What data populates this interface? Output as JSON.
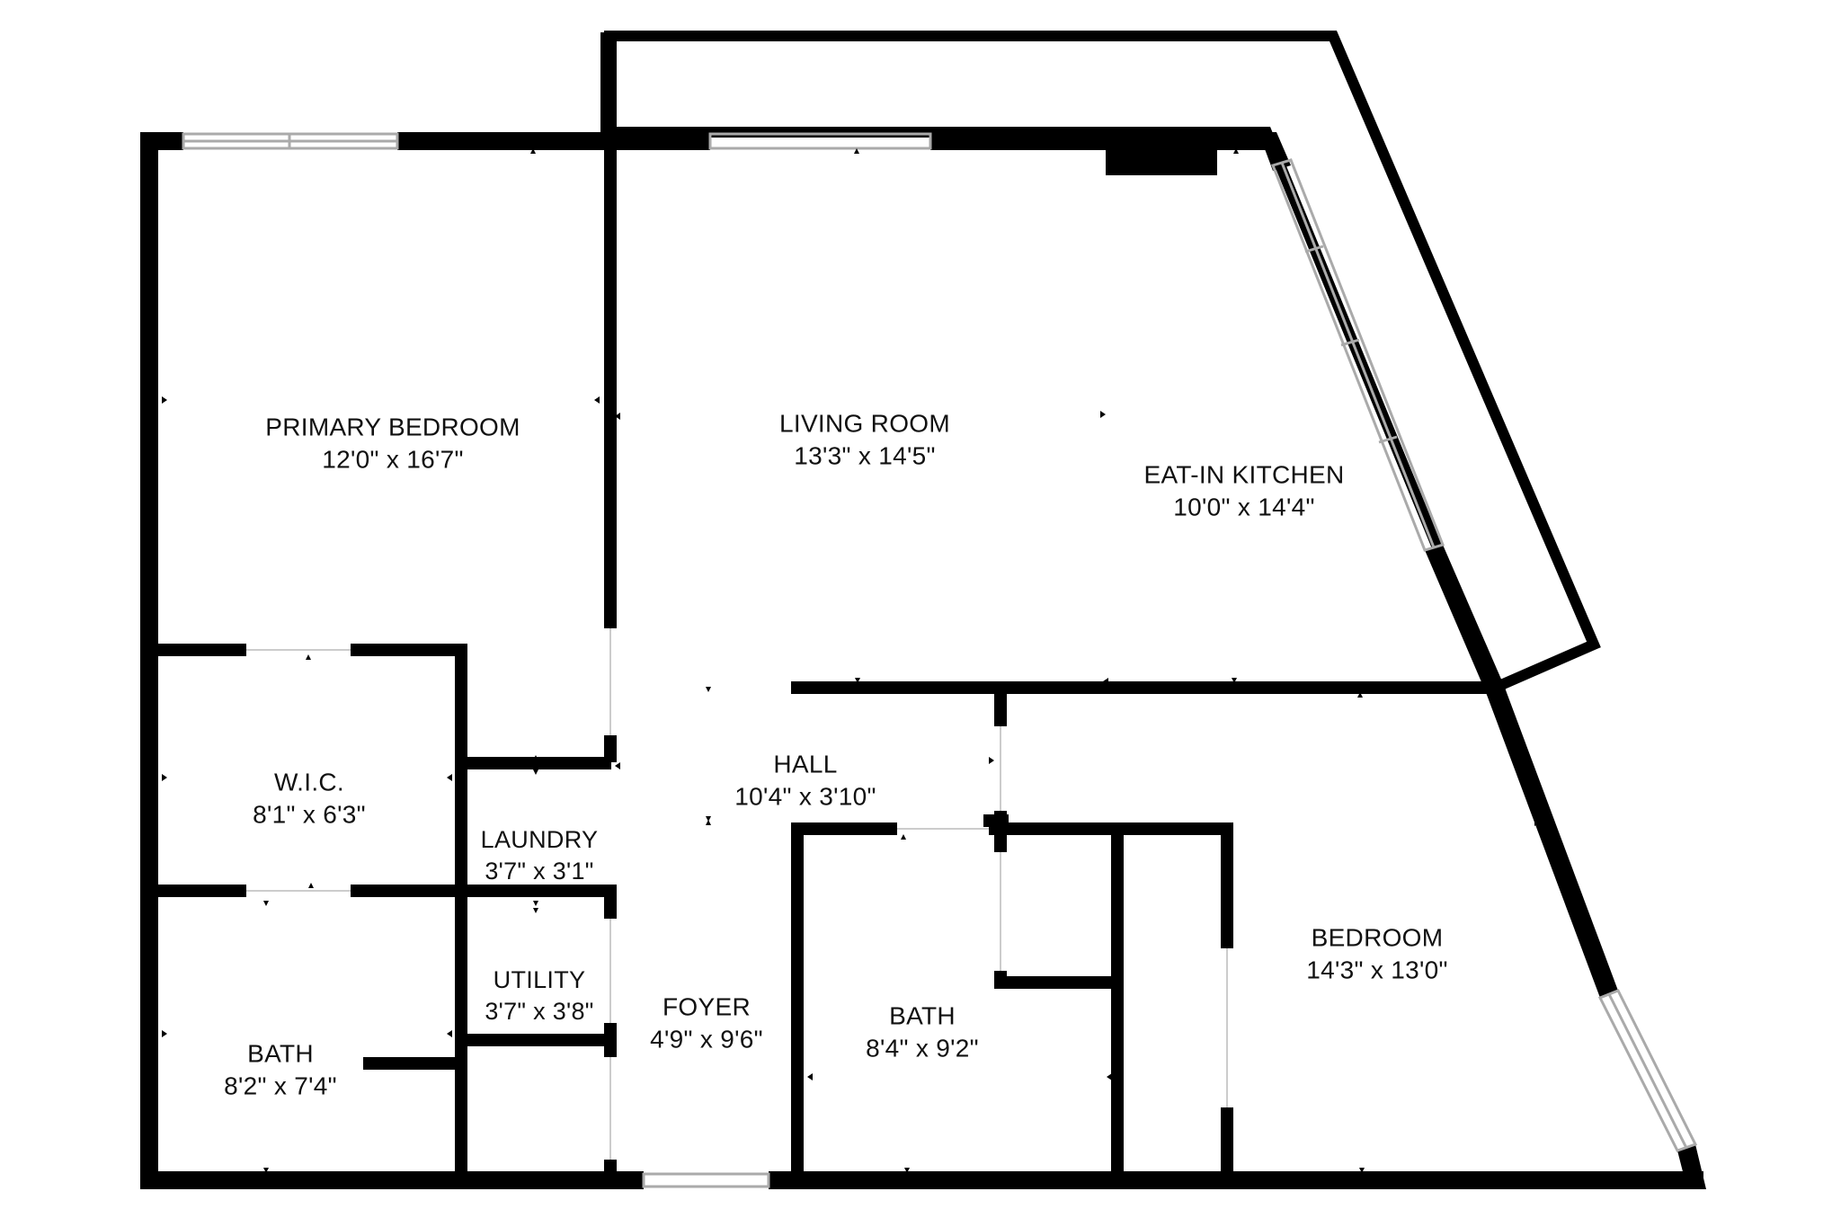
{
  "rooms": {
    "primary_bedroom": {
      "name": "PRIMARY BEDROOM",
      "dims": "12'0\" x 16'7\""
    },
    "living_room": {
      "name": "LIVING ROOM",
      "dims": "13'3\" x 14'5\""
    },
    "eat_in_kitchen": {
      "name": "EAT-IN KITCHEN",
      "dims": "10'0\" x 14'4\""
    },
    "wic": {
      "name": "W.I.C.",
      "dims": "8'1\" x 6'3\""
    },
    "hall": {
      "name": "HALL",
      "dims": "10'4\" x 3'10\""
    },
    "laundry": {
      "name": "LAUNDRY",
      "dims": "3'7\" x 3'1\""
    },
    "utility": {
      "name": "UTILITY",
      "dims": "3'7\" x 3'8\""
    },
    "foyer": {
      "name": "FOYER",
      "dims": "4'9\" x 9'6\""
    },
    "bath_left": {
      "name": "BATH",
      "dims": "8'2\" x 7'4\""
    },
    "bath_center": {
      "name": "BATH",
      "dims": "8'4\" x 9'2\""
    },
    "bedroom": {
      "name": "BEDROOM",
      "dims": "14'3\" x 13'0\""
    }
  },
  "colors": {
    "wall": "#000000",
    "background": "#ffffff",
    "window": "#bbbbbb",
    "text": "#111111"
  }
}
